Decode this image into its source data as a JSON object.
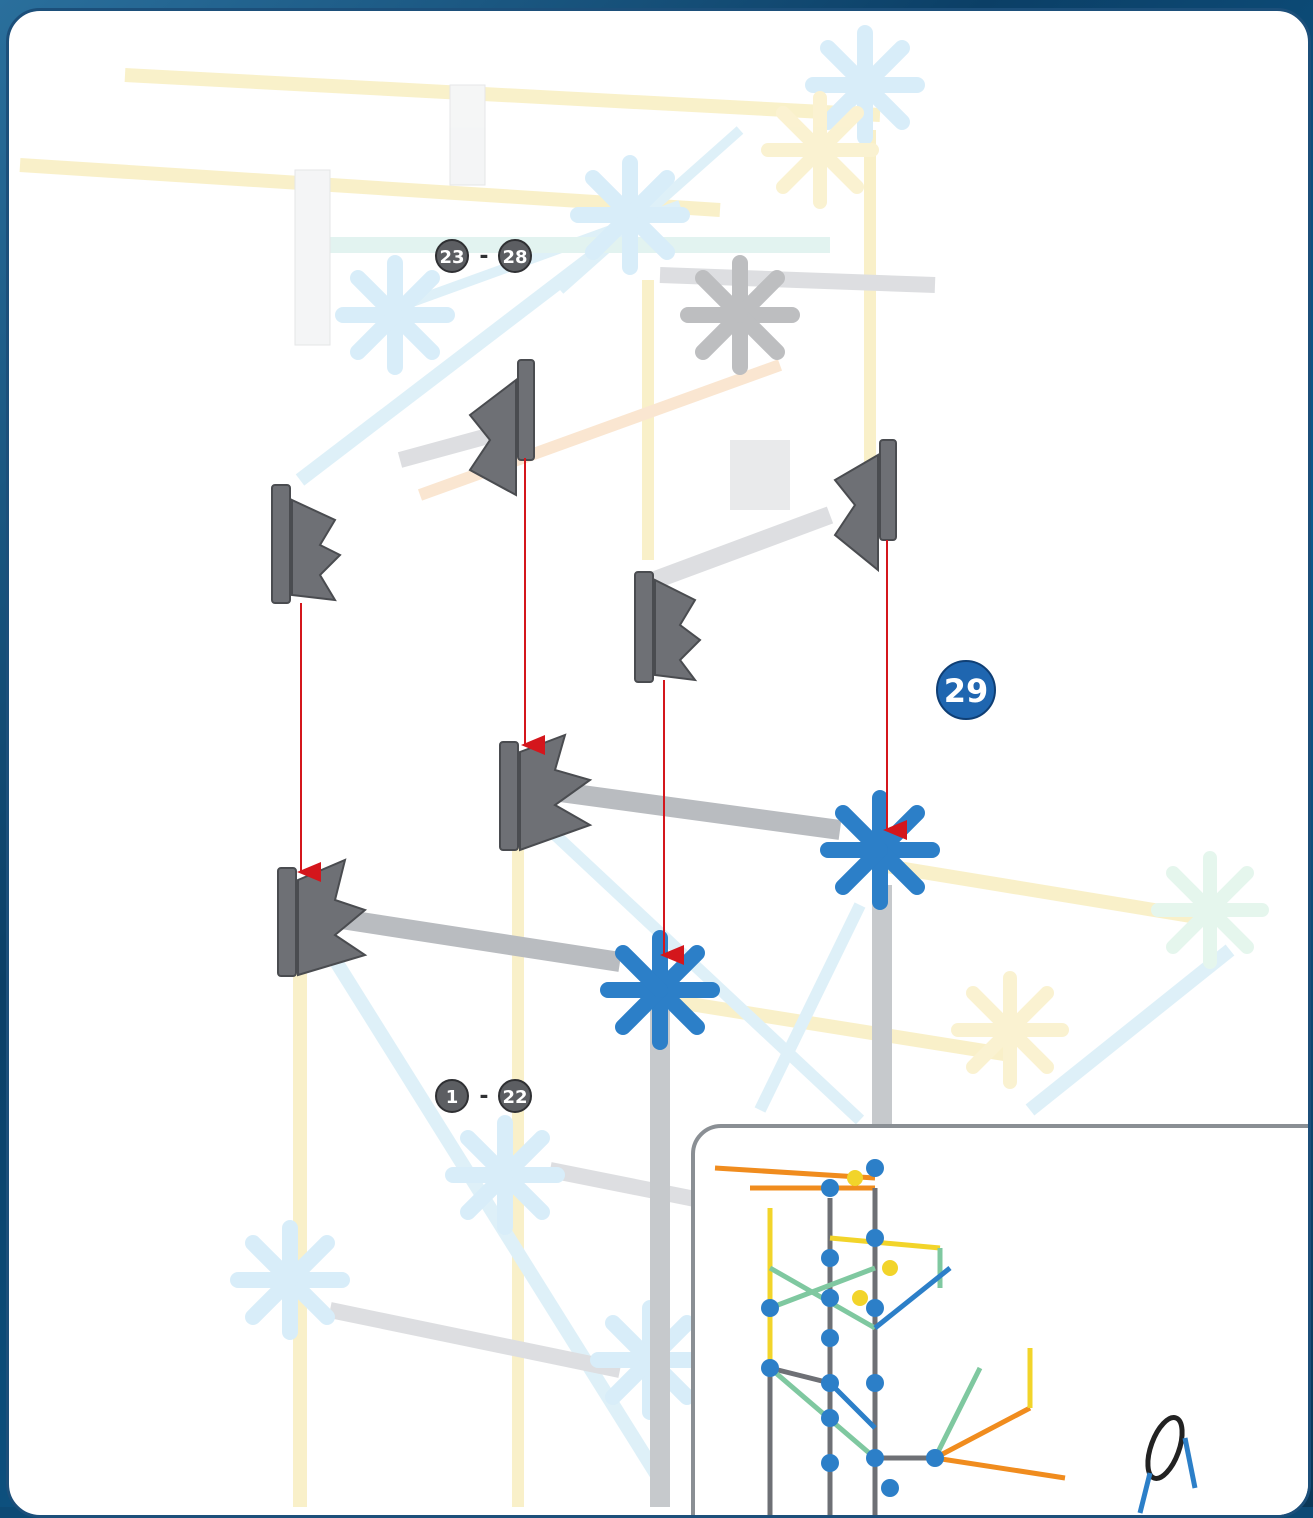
{
  "step": {
    "number": "29",
    "color": "#1f66b0"
  },
  "ranges": {
    "top": {
      "start": "23",
      "dash": "-",
      "end": "28"
    },
    "bottom": {
      "start": "1",
      "dash": "-",
      "end": "22"
    }
  },
  "colors": {
    "connector_blue": "#2c7fc8",
    "connector_gray": "#6e7075",
    "rod_gray": "#b9bcc0",
    "rod_yellow": "#f3e07a",
    "arrow_red": "#d4161c",
    "frame_blue": "#134a74"
  }
}
